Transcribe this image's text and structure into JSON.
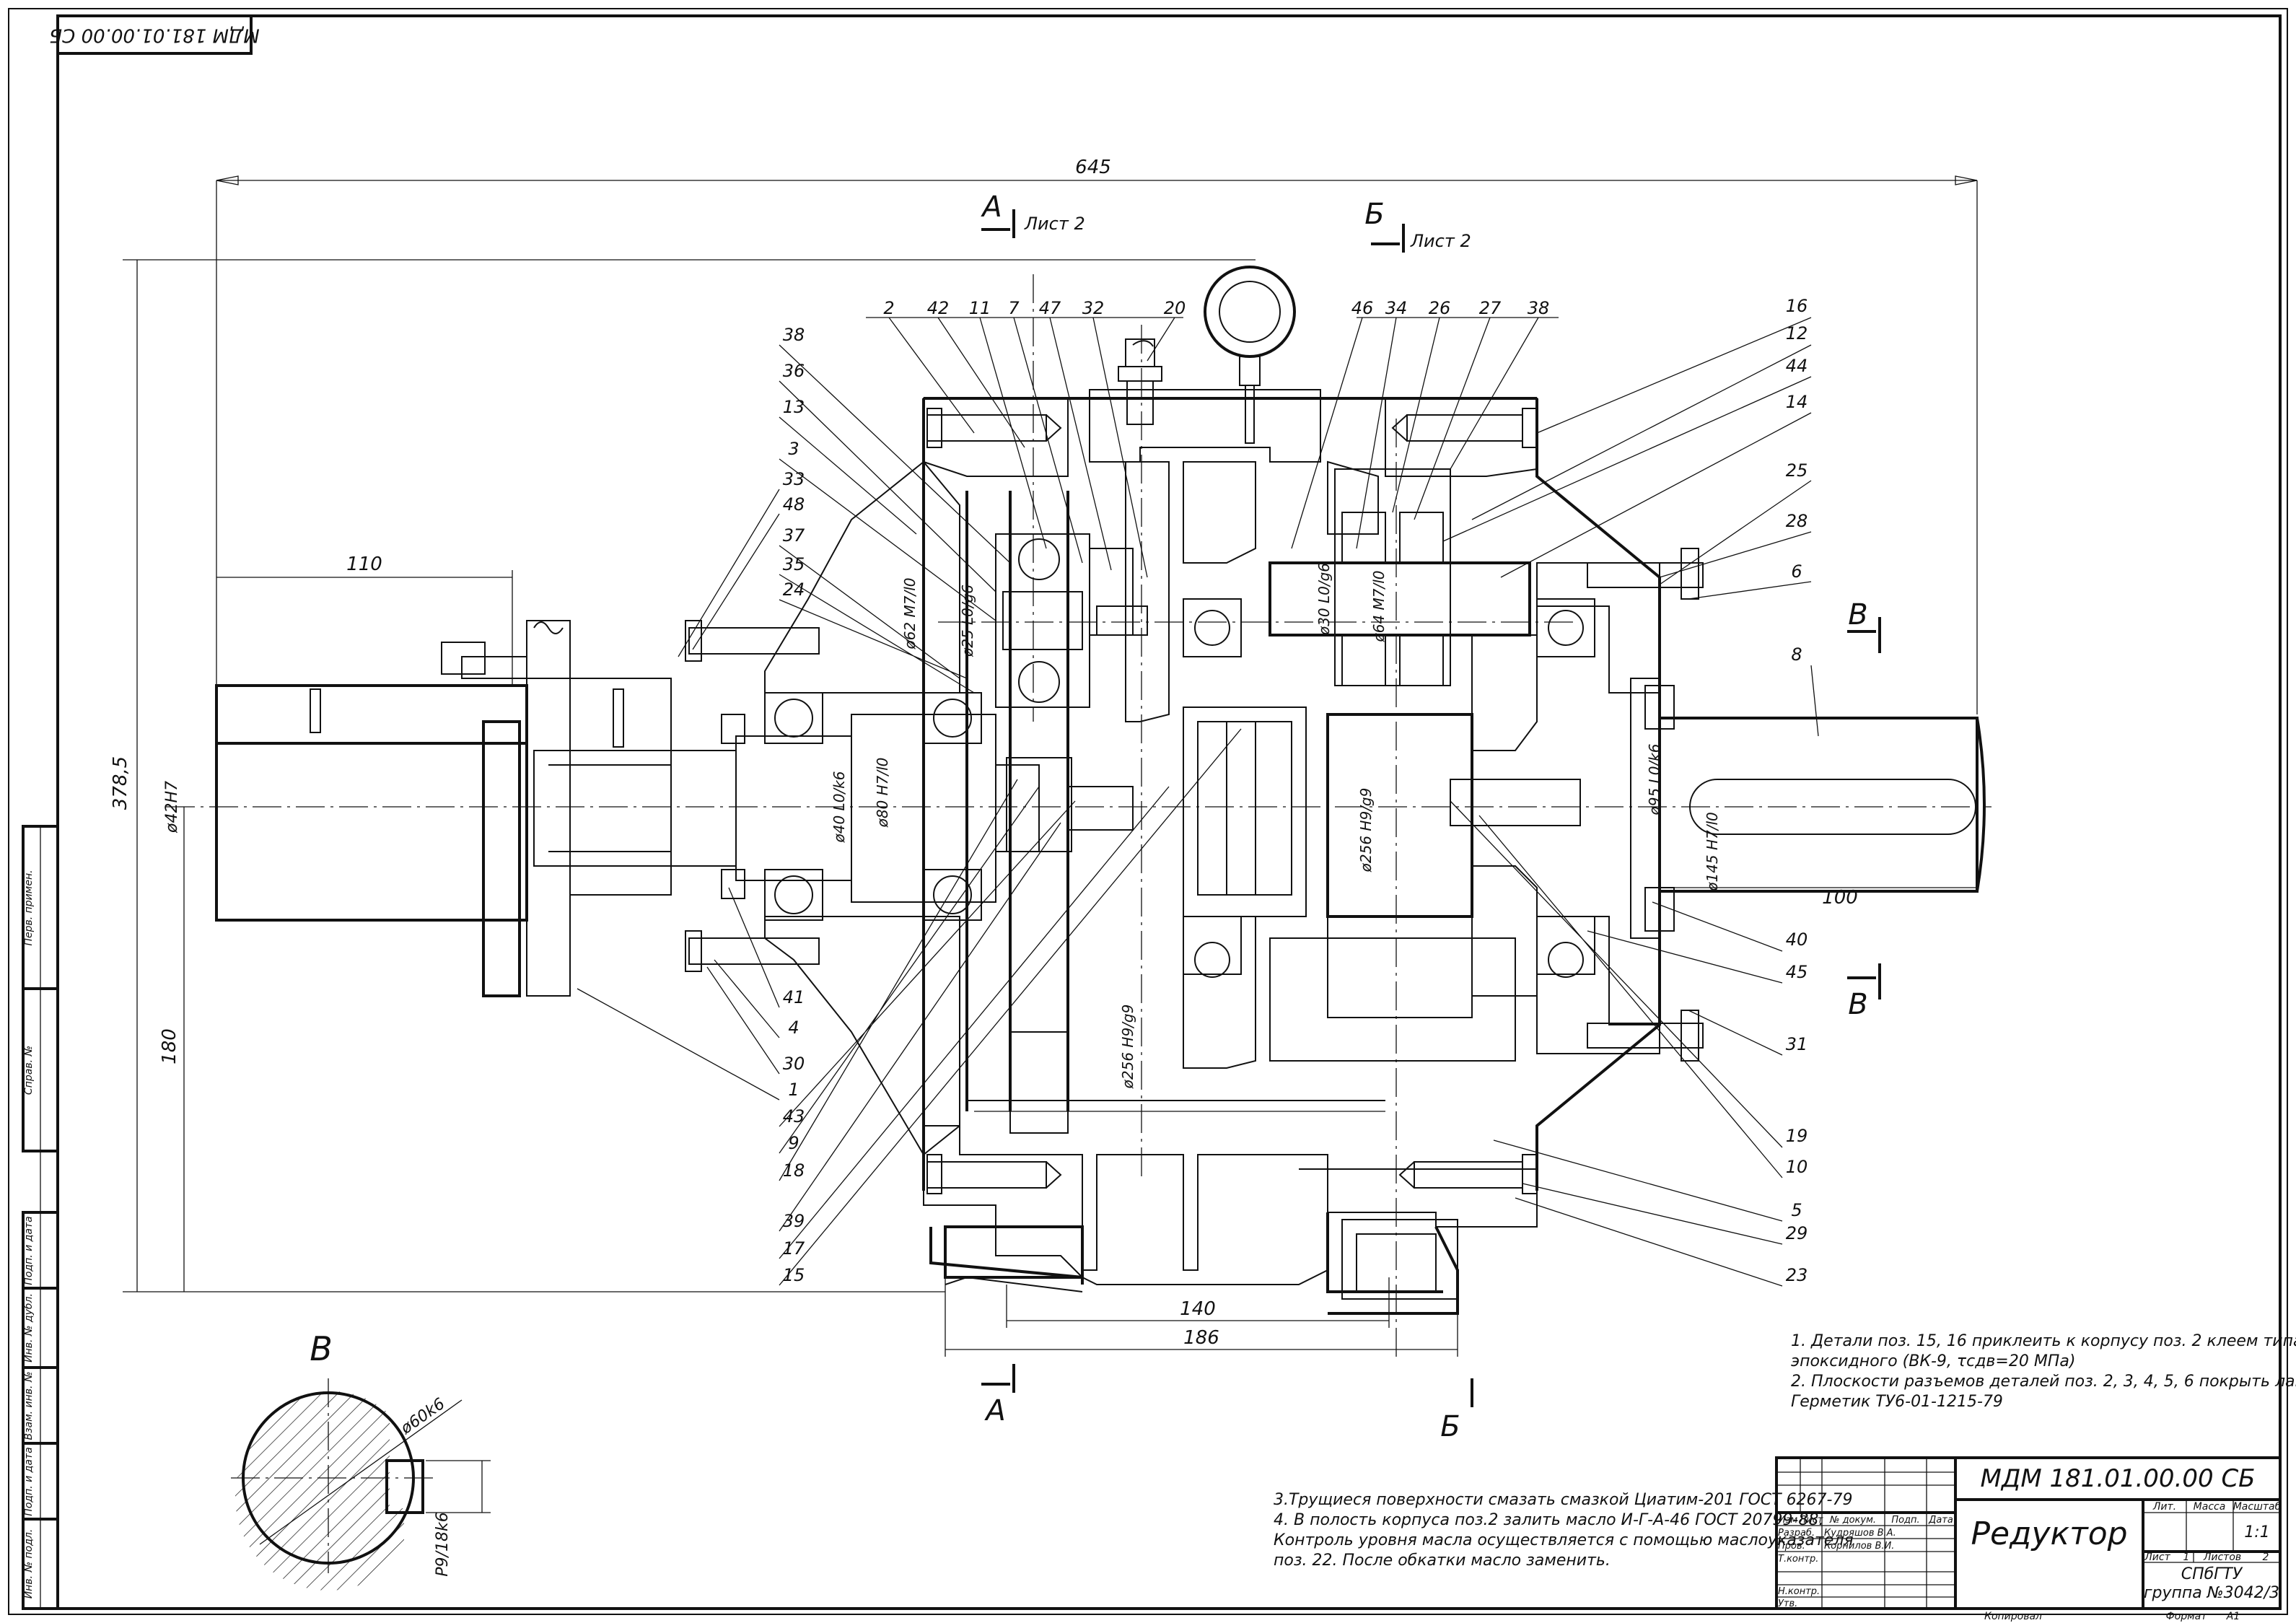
{
  "drawing": {
    "corner_code": "МДМ 181.01.00.00 СБ",
    "dims": {
      "overall_length": "645",
      "overall_height": "378,5",
      "input_shaft_len": "110",
      "output_shaft_len": "100",
      "axis_height": "180",
      "base_inner": "140",
      "base_outer": "186",
      "bore_input": "ø42H7",
      "fit_40": "ø40 L0/k6",
      "fit_80": "ø80 H7/l0",
      "fit_62": "ø62 M7/l0",
      "fit_25": "ø25 L0/g6",
      "fit_30": "ø30 L0/g6",
      "fit_64": "ø64 M7/l0",
      "fit_256_center": "ø256 H9/g9",
      "fit_256_bottom": "ø256 H9/g9",
      "fit_95": "ø95 L0/k6",
      "fit_145": "ø145 H7/l0"
    },
    "section_marks": {
      "a": "А",
      "b": "Б",
      "v": "В",
      "sheet_ref": "Лист 2"
    },
    "balloons_top": [
      "2",
      "42",
      "11",
      "7",
      "47",
      "32",
      "20",
      "46",
      "34",
      "26",
      "27",
      "38"
    ],
    "balloons_left": [
      "38",
      "36",
      "13",
      "3",
      "33",
      "48",
      "37",
      "35",
      "24"
    ],
    "balloons_right": [
      "16",
      "12",
      "44",
      "14",
      "25",
      "28",
      "6",
      "8"
    ],
    "balloons_lower_left": [
      "41",
      "4",
      "30",
      "1",
      "43",
      "9",
      "18",
      "39",
      "17",
      "15"
    ],
    "balloons_lower_right": [
      "40",
      "45",
      "31",
      "19",
      "10",
      "5",
      "29",
      "23"
    ],
    "view_v": {
      "title": "В",
      "shaft_dim": "ø60k6",
      "key_dim": "P9/18k6"
    },
    "side_stamp": [
      "Перв. примен.",
      "Справ. №",
      "Подп. и дата",
      "Инв. № дубл.",
      "Взам. инв. №",
      "Подп. и дата",
      "Инв. № подл."
    ]
  },
  "notes": {
    "top": "1. Детали поз. 15, 16 приклеить к корпусу поз. 2 клеем типа\nэпоксидного (ВК-9, τсдв=20 МПа)\n2. Плоскости разъемов деталей поз. 2, 3, 4, 5, 6 покрыть лаком\nГерметик ТУ6-01-1215-79",
    "bottom": "3.Трущиеся поверхности смазать смазкой Циатим-201 ГОСТ 6267-79\n4. В полость корпуса поз.2 залить масло И-Г-А-46 ГОСТ 20799-88.\nКонтроль уровня масла осуществляется с помощью маслоуказателя\nпоз. 22. После обкатки масло заменить."
  },
  "title_block": {
    "code": "МДМ 181.01.00.00 СБ",
    "name": "Редуктор",
    "col_izm": "Изм",
    "col_list": "Лист",
    "col_doc": "№ докум.",
    "col_sign": "Подп.",
    "col_date": "Дата",
    "row_razrab": "Разраб.",
    "row_prov": "Пров.",
    "row_tkontr": "Т.контр.",
    "row_nkontr": "Н.контр.",
    "row_utv": "Утв.",
    "razrab_name": "Кудряшов В.А.",
    "prov_name": "Корнилов В.И.",
    "lit": "Лит.",
    "massa": "Масса",
    "masshtab": "Масштаб",
    "scale_value": "1:1",
    "sheet": "Лист",
    "sheet_num": "1",
    "sheets": "Листов",
    "sheets_num": "2",
    "org": "СПбГТУ",
    "group": "группа №3042/3",
    "kopiroval": "Копировал",
    "format": "Формат",
    "format_value": "A1"
  }
}
